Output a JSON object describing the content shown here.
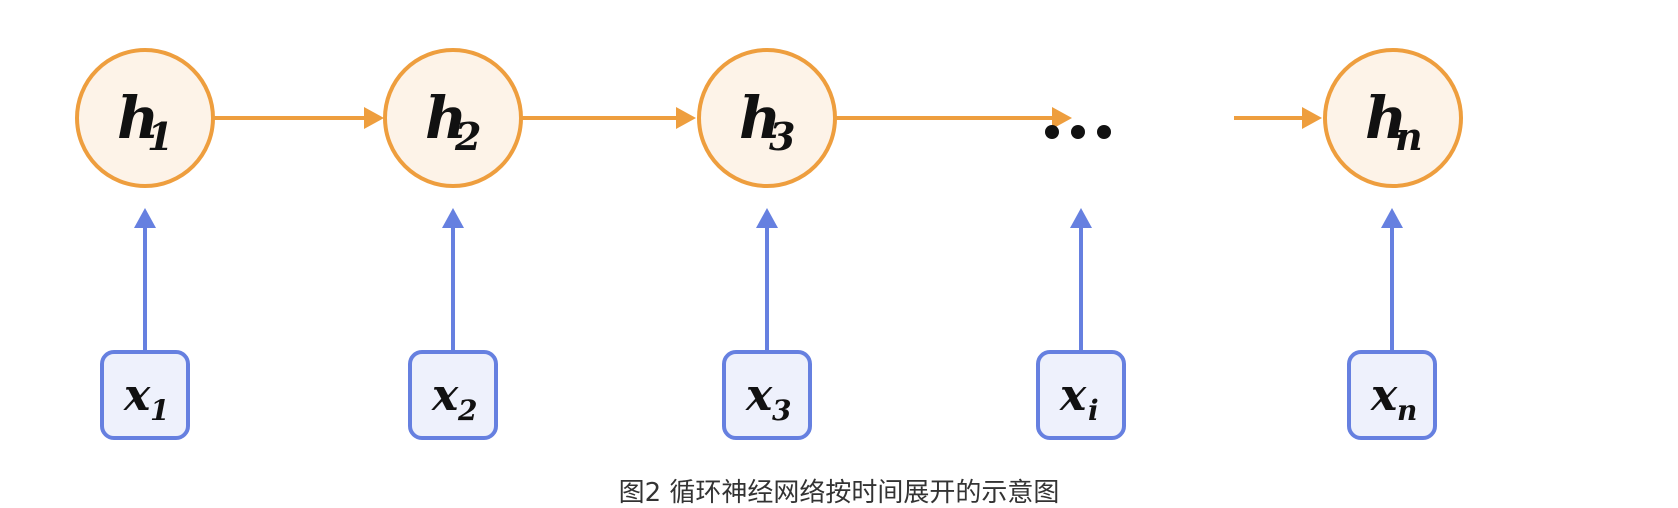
{
  "colors": {
    "hidden_stroke": "#EE9E3E",
    "hidden_fill": "#FDF3E8",
    "input_stroke": "#6680E0",
    "input_fill": "#EEF1FC",
    "text": "#111111"
  },
  "hidden_states": [
    {
      "base": "h",
      "sub": "1"
    },
    {
      "base": "h",
      "sub": "2"
    },
    {
      "base": "h",
      "sub": "3"
    },
    {
      "base": "…",
      "sub": ""
    },
    {
      "base": "h",
      "sub": "n"
    }
  ],
  "inputs": [
    {
      "base": "x",
      "sub": "1"
    },
    {
      "base": "x",
      "sub": "2"
    },
    {
      "base": "x",
      "sub": "3"
    },
    {
      "base": "x",
      "sub": "i"
    },
    {
      "base": "x",
      "sub": "n"
    }
  ],
  "ellipsis": "•••",
  "caption": "图2 循环神经网络按时间展开的示意图"
}
